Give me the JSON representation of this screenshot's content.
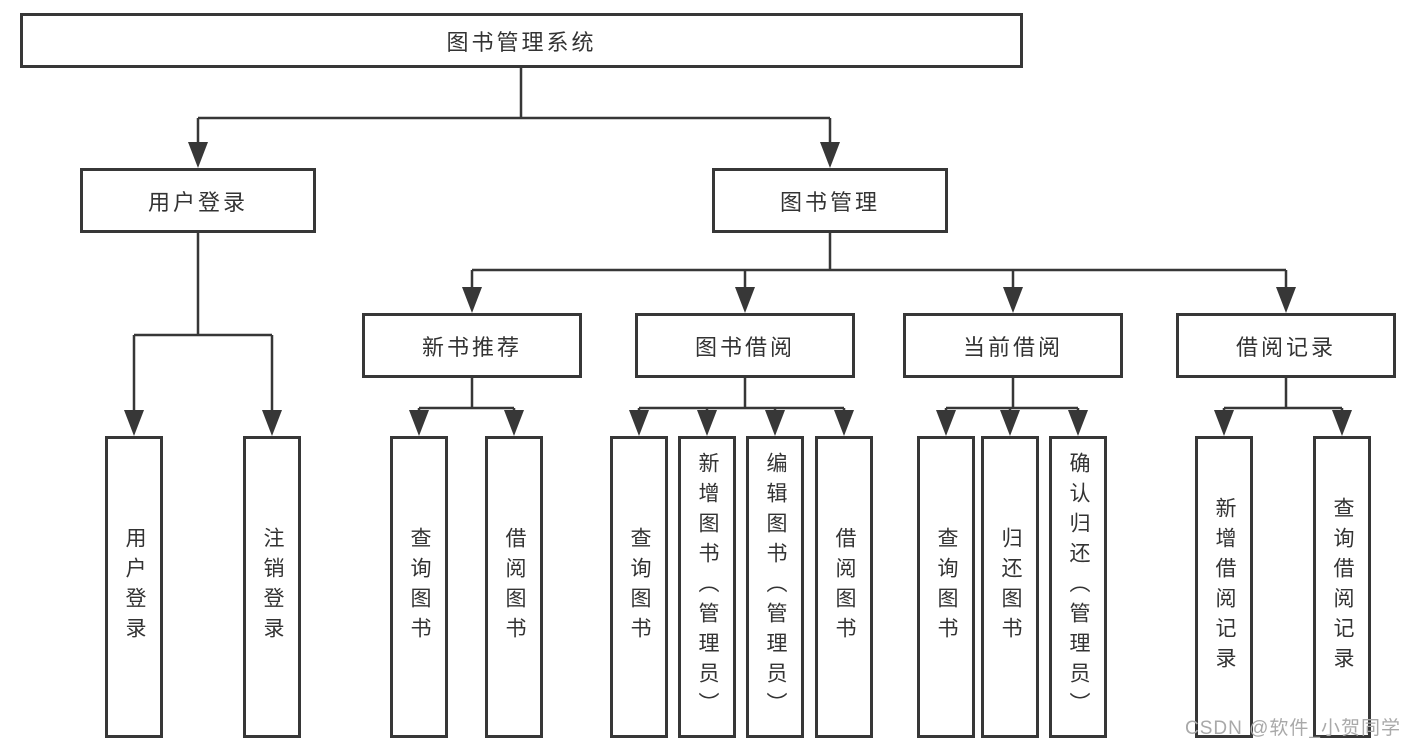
{
  "diagram": {
    "root": {
      "label": "图书管理系统"
    },
    "user_login": {
      "label": "用户登录",
      "children": [
        {
          "label": "用户登录"
        },
        {
          "label": "注销登录"
        }
      ]
    },
    "book_mgmt": {
      "label": "图书管理",
      "sections": [
        {
          "label": "新书推荐",
          "children": [
            {
              "label": "查询图书"
            },
            {
              "label": "借阅图书"
            }
          ]
        },
        {
          "label": "图书借阅",
          "children": [
            {
              "label": "查询图书"
            },
            {
              "label": "新增图书（管理员）"
            },
            {
              "label": "编辑图书（管理员）"
            },
            {
              "label": "借阅图书"
            }
          ]
        },
        {
          "label": "当前借阅",
          "children": [
            {
              "label": "查询图书"
            },
            {
              "label": "归还图书"
            },
            {
              "label": "确认归还（管理员）"
            }
          ]
        },
        {
          "label": "借阅记录",
          "children": [
            {
              "label": "新增借阅记录"
            },
            {
              "label": "查询借阅记录"
            }
          ]
        }
      ]
    },
    "watermark": "CSDN @软件_小贺同学",
    "colors": {
      "line": "#373737",
      "box_border": "#373737",
      "text": "#333333",
      "watermark": "#a9a9a9",
      "background": "#ffffff"
    }
  }
}
